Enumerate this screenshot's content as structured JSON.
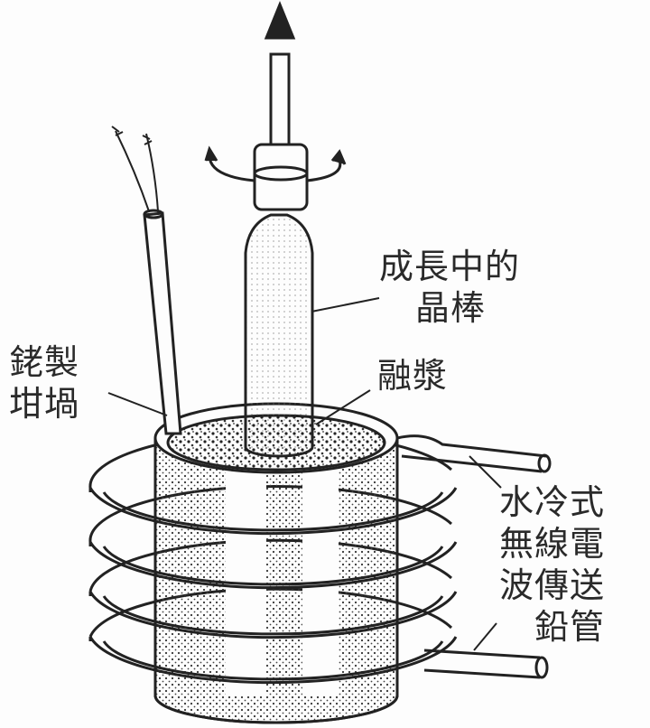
{
  "labels": {
    "crystal_line1": "成長中的",
    "crystal_line2": "晶棒",
    "crucible_line1": "銠製",
    "crucible_line2": "坩堝",
    "melt": "融漿",
    "coil_line1": "水冷式",
    "coil_line2": "無線電",
    "coil_line3": "波傳送",
    "coil_line4": "鉛管"
  },
  "colors": {
    "ink": "#2a2a2a",
    "paper": "#fdfdfd"
  }
}
